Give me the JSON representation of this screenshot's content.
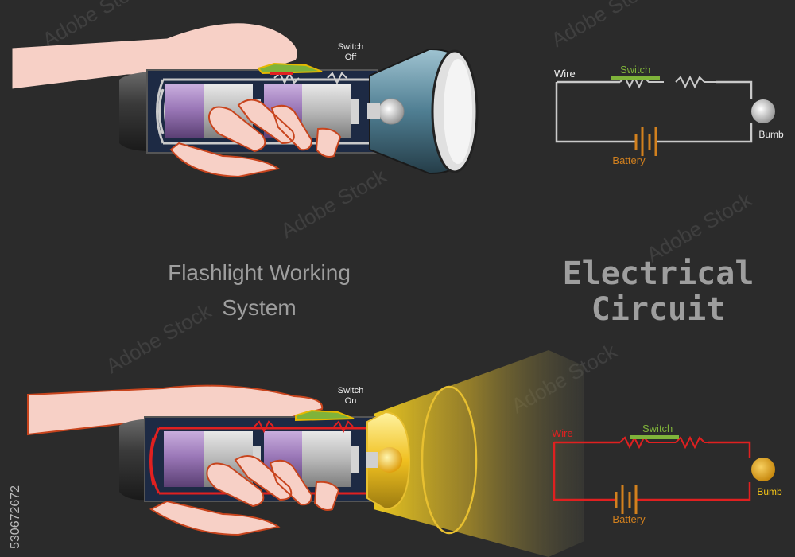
{
  "title": {
    "line1": "Flashlight Working",
    "line2": "System"
  },
  "circuit_title": {
    "line1": "Electrical",
    "line2": "Circuit"
  },
  "top_flashlight": {
    "switch_label_line1": "Switch",
    "switch_label_line2": "Off",
    "state": "off"
  },
  "bottom_flashlight": {
    "switch_label_line1": "Switch",
    "switch_label_line2": "On",
    "state": "on"
  },
  "top_circuit": {
    "wire_label": "Wire",
    "switch_label": "Switch",
    "battery_label": "Battery",
    "bulb_label": "Bumb"
  },
  "bottom_circuit": {
    "wire_label": "Wire",
    "switch_label": "Switch",
    "battery_label": "Battery",
    "bulb_label": "Bumb"
  },
  "stock_id": "530672672",
  "watermark": "Adobe Stock",
  "colors": {
    "background": "#2b2b2b",
    "skin": "#f7d0c6",
    "skin_outline": "#c8441d",
    "battery_purple": "#9b78b8",
    "battery_grey": "#b9b9b9",
    "switch_green": "#7fb33a",
    "wire_grey": "#c9c9c9",
    "wire_red": "#e02020",
    "battery_orange": "#d2801e",
    "light_yellow": "#f5c518",
    "reflector_blue": "#4f7e92"
  }
}
